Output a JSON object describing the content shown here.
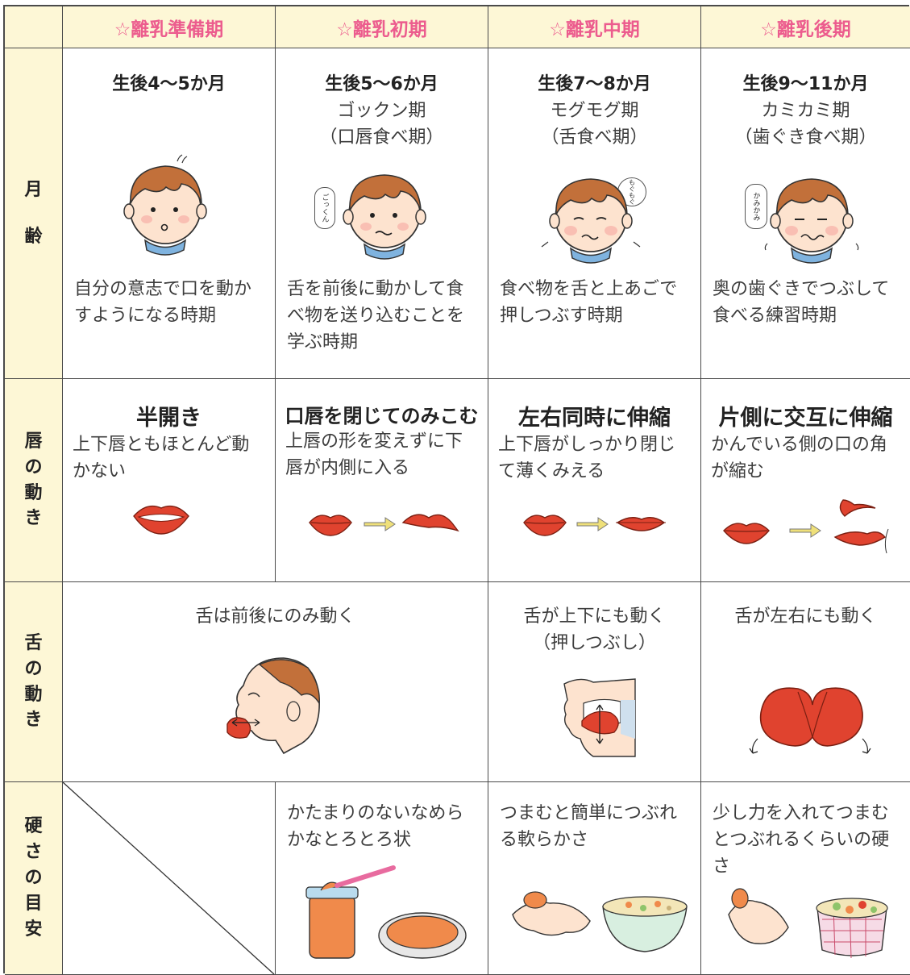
{
  "header": {
    "corner": "",
    "stages": [
      "☆離乳準備期",
      "☆離乳初期",
      "☆離乳中期",
      "☆離乳後期"
    ]
  },
  "row_labels": {
    "age": [
      "月",
      "齢"
    ],
    "lips": [
      "唇",
      "の",
      "動",
      "き"
    ],
    "tongue": [
      "舌",
      "の",
      "動",
      "き"
    ],
    "hardness": [
      "硬",
      "さ",
      "の",
      "目",
      "安"
    ]
  },
  "age_row": [
    {
      "age": "生後4〜5か月",
      "period": "",
      "sub": "",
      "desc": "自分の意志で口を動かすようになる時期",
      "bubble": ""
    },
    {
      "age": "生後5〜6か月",
      "period": "ゴックン期",
      "sub": "（口唇食べ期）",
      "desc": "舌を前後に動かして食べ物を送り込むことを学ぶ時期",
      "bubble": "ごっくん"
    },
    {
      "age": "生後7〜8か月",
      "period": "モグモグ期",
      "sub": "（舌食べ期）",
      "desc": "食べ物を舌と上あごで押しつぶす時期",
      "bubble": "もぐもぐ"
    },
    {
      "age": "生後9〜11か月",
      "period": "カミカミ期",
      "sub": "（歯ぐき食べ期）",
      "desc": "奥の歯ぐきでつぶして食べる練習時期",
      "bubble": "かみかみ"
    }
  ],
  "lips_row": [
    {
      "title": "半開き",
      "desc": "上下唇ともほとんど動かない"
    },
    {
      "title": "口唇を閉じてのみこむ",
      "desc": "上唇の形を変えずに下唇が内側に入る"
    },
    {
      "title": "左右同時に伸縮",
      "desc": "上下唇がしっかり閉じて薄くみえる"
    },
    {
      "title": "片側に交互に伸縮",
      "desc": "かんでいる側の口の角が縮む"
    }
  ],
  "tongue_row": [
    {
      "text": "舌は前後にのみ動く"
    },
    {
      "text": "舌が上下にも動く",
      "sub": "（押しつぶし）"
    },
    {
      "text": "舌が左右にも動く"
    }
  ],
  "hardness_row": [
    {
      "desc": ""
    },
    {
      "desc": "かたまりのないなめらかなとろとろ状"
    },
    {
      "desc": "つまむと簡単につぶれる軟らかさ"
    },
    {
      "desc": "少し力を入れてつまむとつぶれるくらいの硬さ"
    }
  ],
  "colors": {
    "header_bg": "#fdf7d6",
    "header_text": "#ec5c8e",
    "border": "#4a4a4a",
    "lip": "#e0432f",
    "skin": "#fde3cf",
    "hair": "#c2703a"
  }
}
